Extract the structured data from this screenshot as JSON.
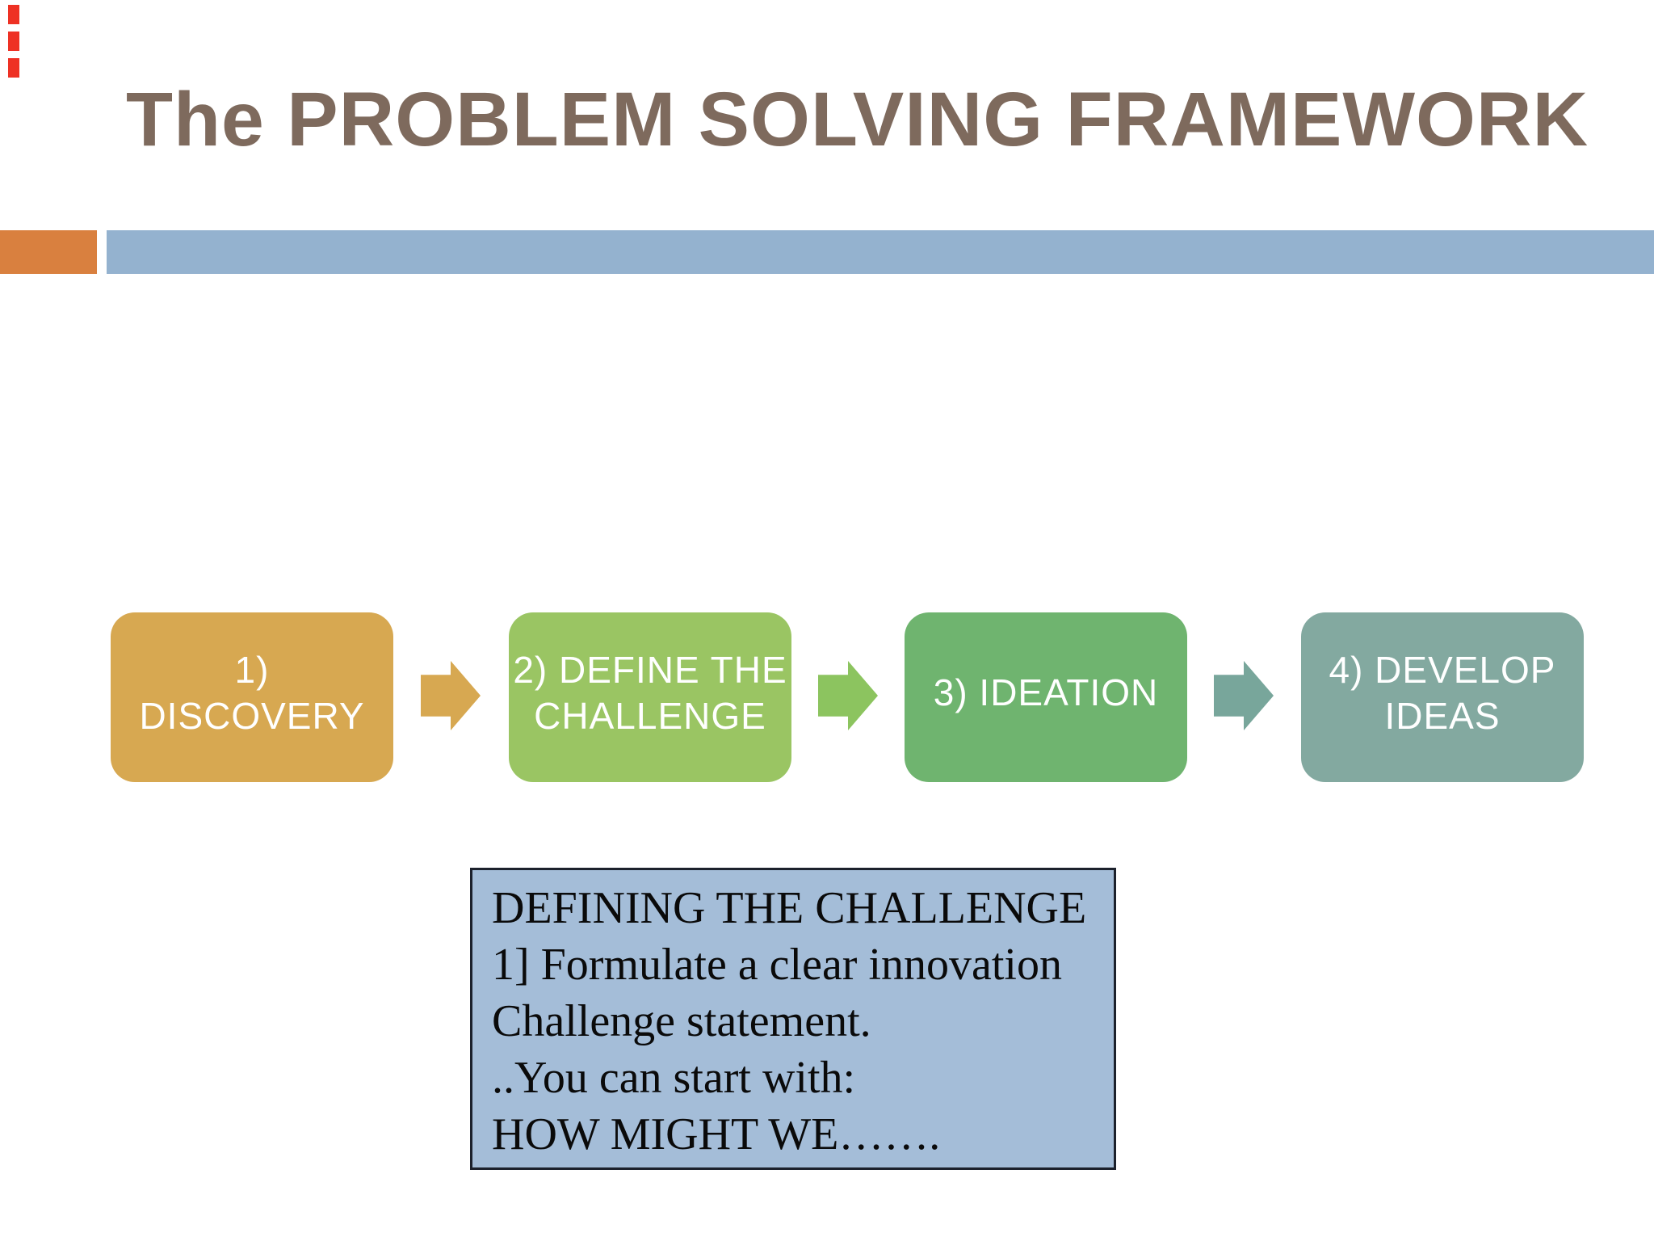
{
  "slide": {
    "title": "The PROBLEM SOLVING FRAMEWORK"
  },
  "colors": {
    "title_text": "#7e6a5d",
    "orange_bar": "#d9803f",
    "blue_bar": "#94b2cf",
    "red_marker": "#ee3124",
    "box_text": "#ffffff",
    "callout_background": "#a4bdd8",
    "callout_border": "#1c212c"
  },
  "process": {
    "steps": [
      {
        "lines": [
          "1)",
          "DISCOVERY"
        ],
        "color": "#d7a851"
      },
      {
        "lines": [
          "2) DEFINE THE",
          "CHALLENGE"
        ],
        "color": "#9ac563"
      },
      {
        "lines": [
          "3) IDEATION"
        ],
        "color": "#6fb46f"
      },
      {
        "lines": [
          "4) DEVELOP",
          "IDEAS"
        ],
        "color": "#83a9a0"
      }
    ],
    "arrows": [
      {
        "name": "arrow-discovery-to-define",
        "color": "#d7a851"
      },
      {
        "name": "arrow-define-to-ideation",
        "color": "#8cc45f"
      },
      {
        "name": "arrow-ideation-to-develop",
        "color": "#78a69b"
      }
    ]
  },
  "callout": {
    "lines": [
      "DEFINING THE CHALLENGE",
      "1] Formulate a clear innovation",
      "Challenge statement.",
      "..You can start with:",
      "HOW MIGHT WE……."
    ]
  }
}
